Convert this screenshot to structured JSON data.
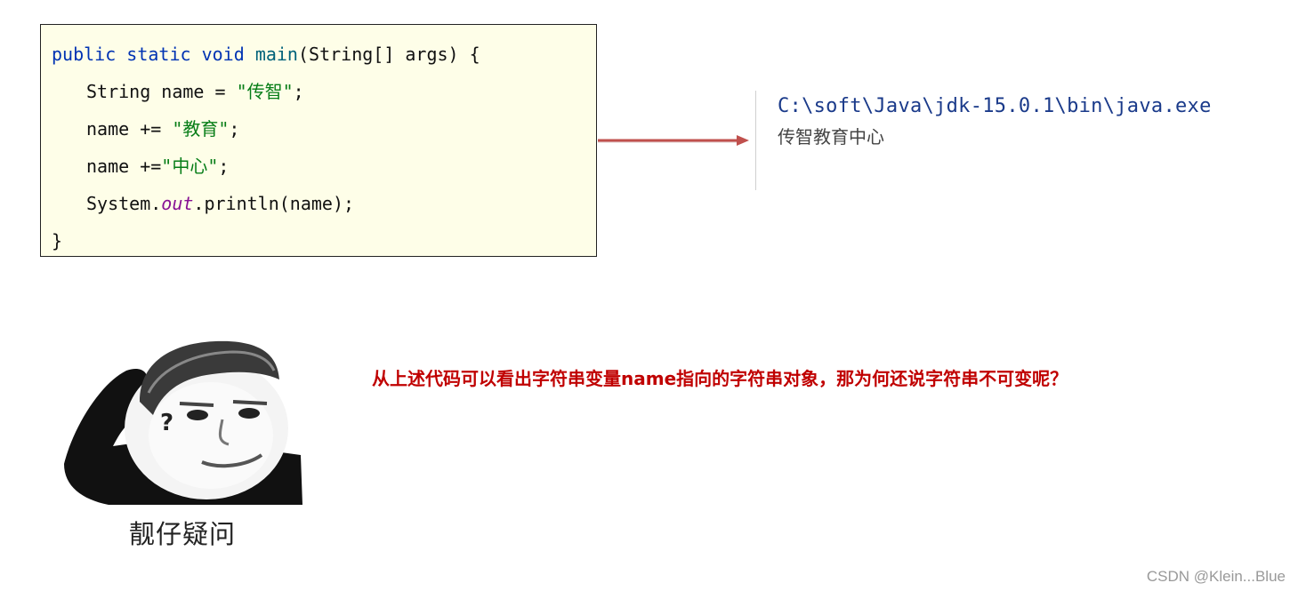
{
  "code": {
    "background": "#fefee8",
    "lines": {
      "l1": {
        "kw1": "public",
        "kw2": "static",
        "kw3": "void",
        "fn": "main",
        "rest": "(String[] args) {"
      },
      "l2": {
        "pre": "String name = ",
        "str": "\"传智\"",
        "post": ";"
      },
      "l3": {
        "pre": "name += ",
        "str": "\"教育\"",
        "post": ";"
      },
      "l4": {
        "pre": "name +=",
        "str": "\"中心\"",
        "post": ";"
      },
      "l5": {
        "pre": "System.",
        "field": "out",
        "post": ".println(name);"
      },
      "l6": {
        "text": "}"
      }
    }
  },
  "arrow": {
    "color": "#c0504d"
  },
  "console": {
    "path": "C:\\soft\\Java\\jdk-15.0.1\\bin\\java.exe",
    "output": "传智教育中心"
  },
  "question": {
    "text": "从上述代码可以看出字符串变量name指向的字符串对象，那为何还说字符串不可变呢？",
    "color": "#c00000"
  },
  "meme": {
    "caption": "靓仔疑问",
    "mark": "?"
  },
  "watermark": {
    "text": "CSDN @Klein...Blue"
  }
}
